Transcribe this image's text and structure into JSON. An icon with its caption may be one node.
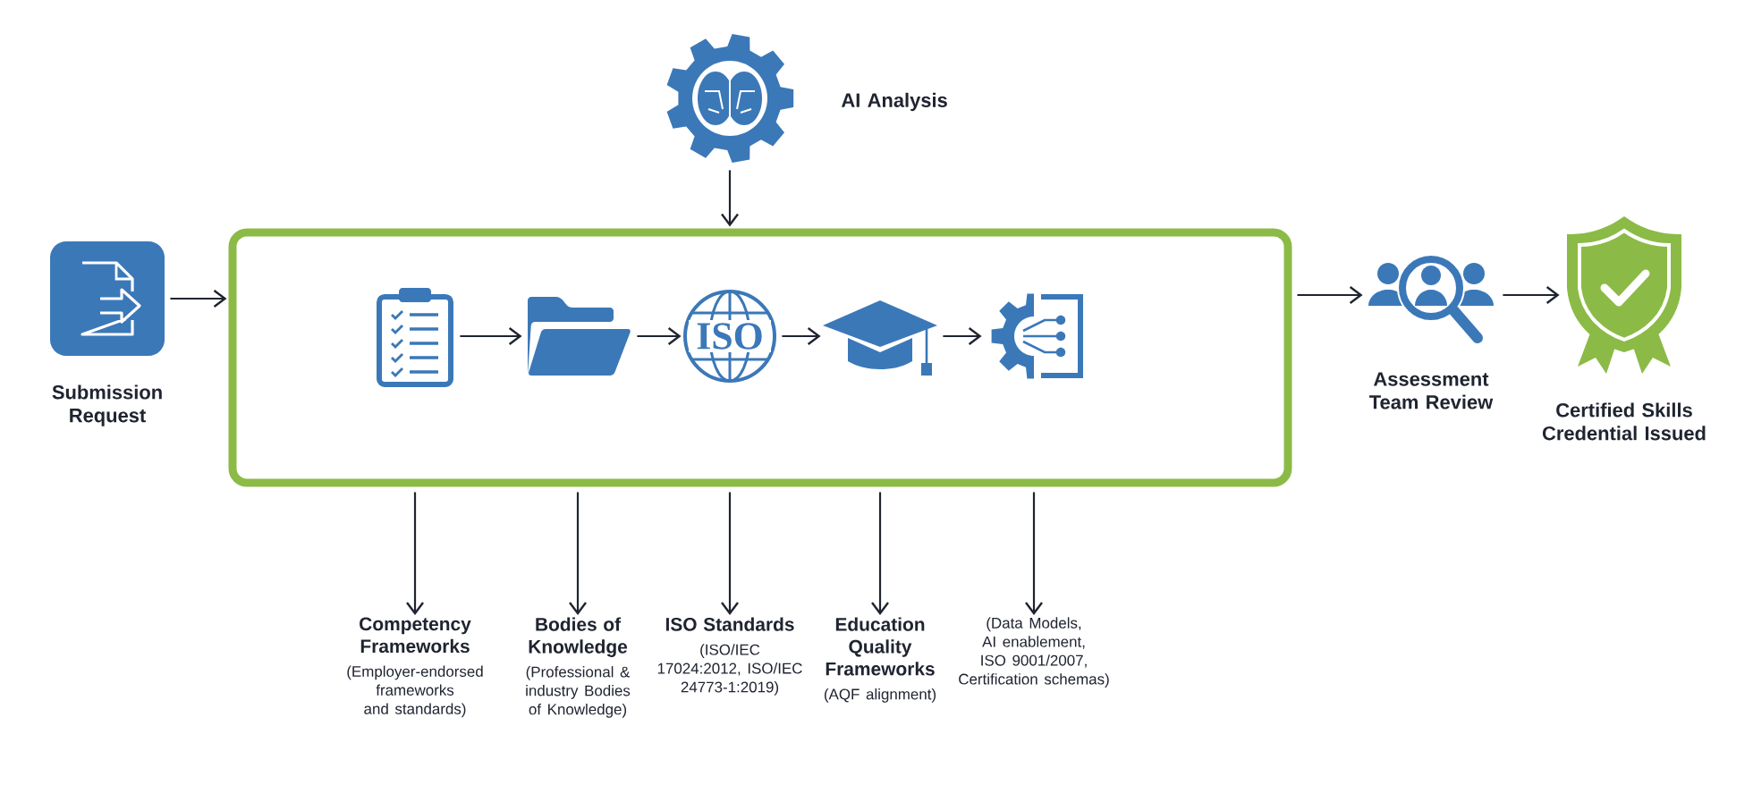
{
  "diagram": {
    "nodes": [
      {
        "text": [
          "Submission Request"
        ]
      },
      {
        "text": [
          "AI Analysis"
        ]
      },
      {
        "text": [],
        "shape": "box"
      },
      {
        "text": [],
        "shape": "picture",
        "in": 2
      },
      {
        "text": [],
        "shape": "picture",
        "in": 2
      },
      {
        "text": [
          "ISO"
        ],
        "in": 2
      },
      {
        "text": [],
        "shape": "picture",
        "in": 2
      },
      {
        "text": [],
        "shape": "picture",
        "in": 2
      },
      {
        "text": [
          "Competency Frameworks",
          "(Employer-endorsed frameworks and standards)"
        ]
      },
      {
        "text": [
          "Bodies of Knowledge",
          "(Professional & industry Bodies of Knowledge)"
        ]
      },
      {
        "text": [
          "ISO Standards",
          "(ISO/IEC 17024:2012, ISO/IEC 24773-1:2019)"
        ]
      },
      {
        "text": [
          "Education Quality Frameworks",
          "(AQF alignment)"
        ]
      },
      {
        "text": [
          "(Data Models, AI enablement, ISO 9001/2007, Certification schemas)"
        ]
      },
      {
        "text": [
          "Assessment Team Review"
        ]
      },
      {
        "text": [
          "Certified Skills Credential Issued"
        ]
      }
    ],
    "edges": [
      {
        "from": 0,
        "to": 2,
        "arrow": "to"
      },
      {
        "from": 1,
        "to": 2,
        "arrow": "to"
      },
      {
        "from": 3,
        "to": 4,
        "arrow": "to"
      },
      {
        "from": 4,
        "to": 5,
        "arrow": "to"
      },
      {
        "from": 5,
        "to": 6,
        "arrow": "to"
      },
      {
        "from": 6,
        "to": 7,
        "arrow": "to"
      },
      {
        "from": 2,
        "to": 8,
        "arrow": "to"
      },
      {
        "from": 2,
        "to": 9,
        "arrow": "to"
      },
      {
        "from": 2,
        "to": 10,
        "arrow": "to"
      },
      {
        "from": 2,
        "to": 11,
        "arrow": "to"
      },
      {
        "from": 2,
        "to": 12,
        "arrow": "to"
      },
      {
        "from": 2,
        "to": 13,
        "arrow": "to"
      },
      {
        "from": 13,
        "to": 14,
        "arrow": "to"
      }
    ]
  }
}
